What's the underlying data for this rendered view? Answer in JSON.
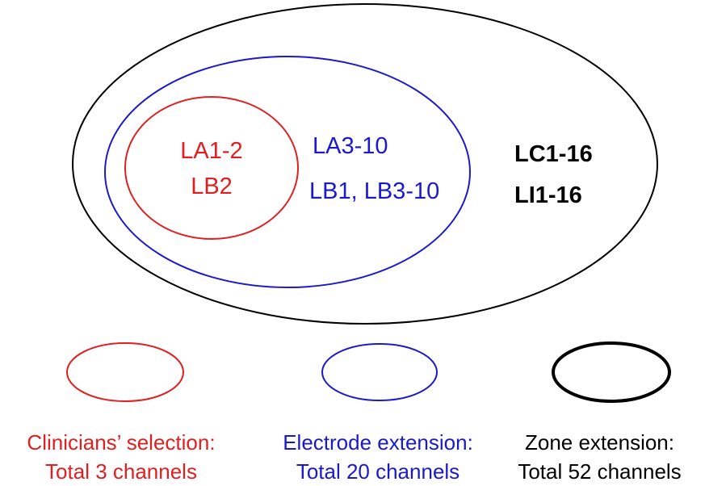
{
  "colors": {
    "clinicians": "#e02020",
    "electrode": "#1a1acc",
    "zone": "#000000",
    "background": "#ffffff"
  },
  "sets": {
    "clinicians": {
      "channels": [
        "LA1-2",
        "LB2"
      ]
    },
    "electrode": {
      "channels": [
        "LA3-10",
        "LB1, LB3-10"
      ]
    },
    "zone": {
      "channels": [
        "LC1-16",
        "LI1-16"
      ]
    }
  },
  "legend": {
    "clinicians": {
      "line1": "Clinicians’ selection:",
      "line2": "Total 3 channels"
    },
    "electrode": {
      "line1": "Electrode extension:",
      "line2": "Total 20 channels"
    },
    "zone": {
      "line1": "Zone extension:",
      "line2": "Total 52 channels"
    }
  }
}
